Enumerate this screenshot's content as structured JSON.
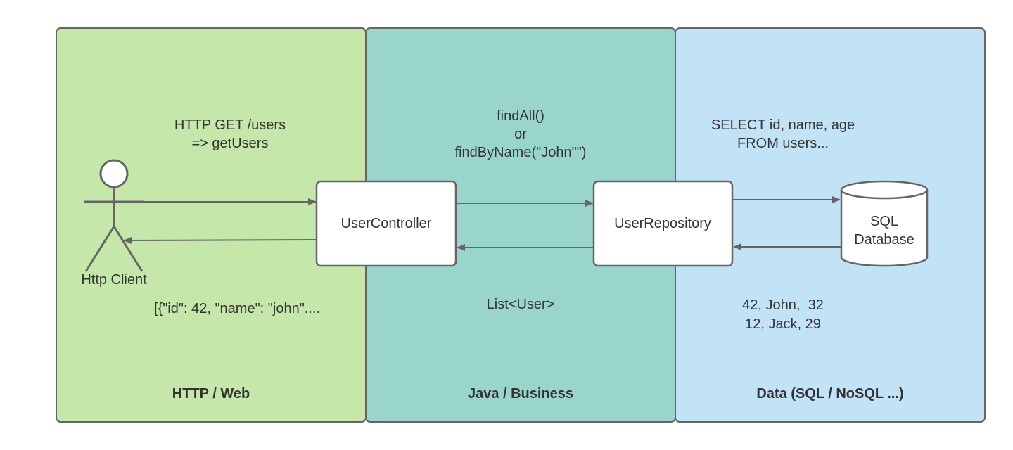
{
  "lanes": [
    {
      "title": "HTTP / Web",
      "fill": "#c5e8aa"
    },
    {
      "title": "Java / Business",
      "fill": "#99d5ca"
    },
    {
      "title": "Data (SQL / NoSQL ...)",
      "fill": "#c2e3f5"
    }
  ],
  "actor": {
    "label": "Http Client"
  },
  "components": {
    "controller": "UserController",
    "repository": "UserRepository",
    "database_line1": "SQL",
    "database_line2": "Database"
  },
  "messages": {
    "request_line1": "HTTP GET /users",
    "request_line2": "=> getUsers",
    "response": "[{\"id\": 42, \"name\": \"john\"....",
    "call_line1": "findAll()",
    "call_line2": "or",
    "call_line3": "findByName(\"John\"\")",
    "call_return": "List<User>",
    "query_line1": "SELECT id, name, age",
    "query_line2": "FROM users...",
    "rows_line1": "42, John,  32",
    "rows_line2": "12, Jack, 29"
  },
  "colors": {
    "stroke": "#666666",
    "text": "#333333",
    "box_fill": "#ffffff"
  }
}
